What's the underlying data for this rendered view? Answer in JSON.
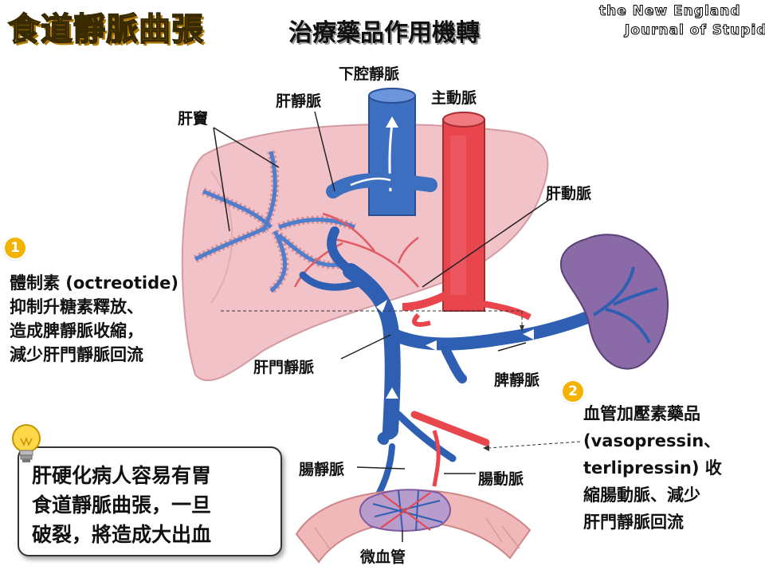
{
  "title": {
    "main": "食道靜脈曲張",
    "sub": "治療藥品作用機轉"
  },
  "logo": {
    "line1": "the New England",
    "line2": "Journal of Stupid"
  },
  "labels": {
    "hepatic_sinusoid": "肝竇",
    "hepatic_vein": "肝靜脈",
    "inferior_vena_cava": "下腔靜脈",
    "aorta": "主動脈",
    "hepatic_artery": "肝動脈",
    "portal_vein": "肝門靜脈",
    "splenic_vein": "脾靜脈",
    "mesenteric_vein": "腸靜脈",
    "mesenteric_artery": "腸動脈",
    "capillaries": "微血管"
  },
  "note1": {
    "badge": "1",
    "lines": [
      "體制素 (octreotide)",
      "抑制升糖素釋放、",
      "造成脾靜脈收縮，",
      "減少肝門靜脈回流"
    ]
  },
  "note2": {
    "badge": "2",
    "lines": [
      "血管加壓素藥品",
      "(vasopressin、",
      "terlipressin) 收",
      "縮腸動脈、減少",
      "肝門靜脈回流"
    ]
  },
  "tip": {
    "lines": [
      "肝硬化病人容易有胃",
      "食道靜脈曲張，一旦",
      "破裂，將造成大出血"
    ]
  },
  "colors": {
    "accent": "#f5c000",
    "vein": "#2f5fb3",
    "artery": "#e0404a",
    "liver": "#f1c3c8",
    "spleen": "#8b6aa8"
  }
}
